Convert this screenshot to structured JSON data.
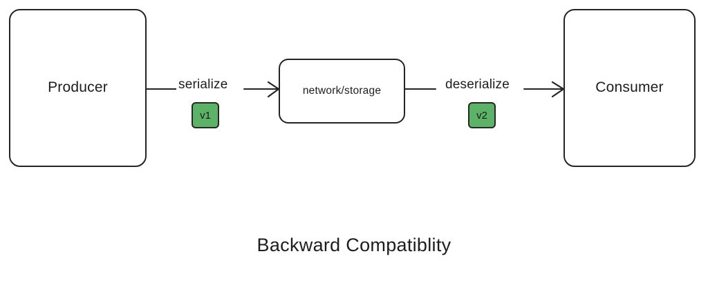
{
  "diagram": {
    "caption": "Backward Compatiblity",
    "colors": {
      "stroke": "#232323",
      "text": "#1d1d1d",
      "badge_fill": "#5cb368",
      "badge_stroke": "#272727",
      "background": "#ffffff"
    },
    "nodes": [
      {
        "id": "producer",
        "label": "Producer"
      },
      {
        "id": "middle",
        "label": "network/storage"
      },
      {
        "id": "consumer",
        "label": "Consumer"
      }
    ],
    "edges": [
      {
        "id": "serialize",
        "label": "serialize",
        "from": "producer",
        "to": "middle"
      },
      {
        "id": "deserialize",
        "label": "deserialize",
        "from": "middle",
        "to": "consumer"
      }
    ],
    "badges": [
      {
        "id": "v1",
        "label": "v1",
        "on_edge": "serialize"
      },
      {
        "id": "v2",
        "label": "v2",
        "on_edge": "deserialize"
      }
    ]
  }
}
